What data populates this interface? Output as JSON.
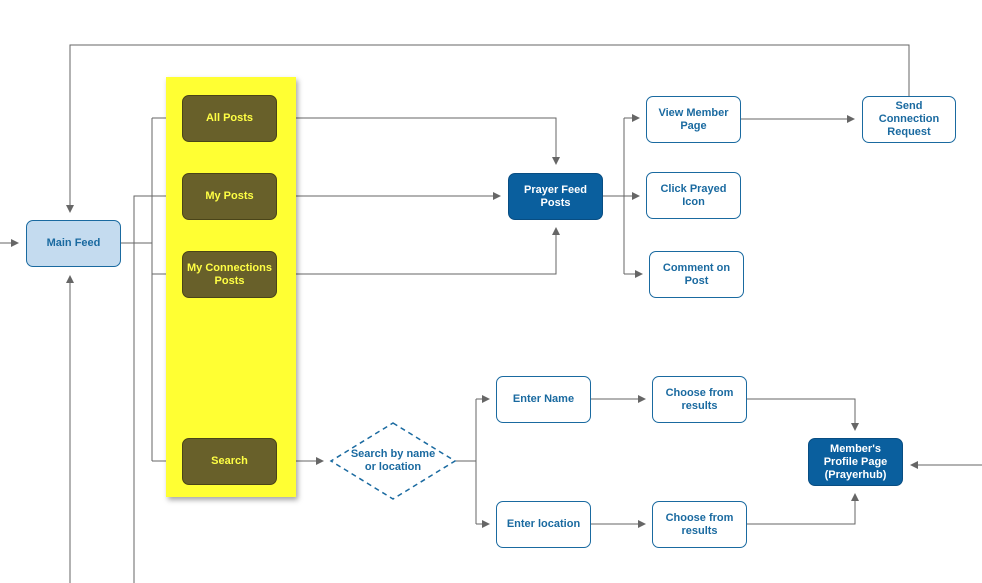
{
  "nodes": {
    "main_feed": "Main Feed",
    "all_posts": "All Posts",
    "my_posts": "My Posts",
    "my_connections_posts": "My Connections Posts",
    "search": "Search",
    "prayer_feed_posts": "Prayer Feed Posts",
    "view_member_page": "View Member Page",
    "send_connection_request": "Send Connection Request",
    "click_prayed_icon": "Click Prayed Icon",
    "comment_on_post": "Comment on Post",
    "search_by_name_or_location": "Search by name or location",
    "enter_name": "Enter Name",
    "enter_location": "Enter location",
    "choose_from_results_name": "Choose from results",
    "choose_from_results_location": "Choose from results",
    "members_profile_page": "Member's Profile Page (Prayerhub)"
  },
  "colors": {
    "highlight_band": "#ffff33",
    "olive_fill": "#68602a",
    "olive_text": "#ffff44",
    "primary_blue": "#0a5f9e",
    "outline_blue": "#1a6aa0",
    "light_blue": "#c4dbef",
    "connector": "#666666"
  }
}
